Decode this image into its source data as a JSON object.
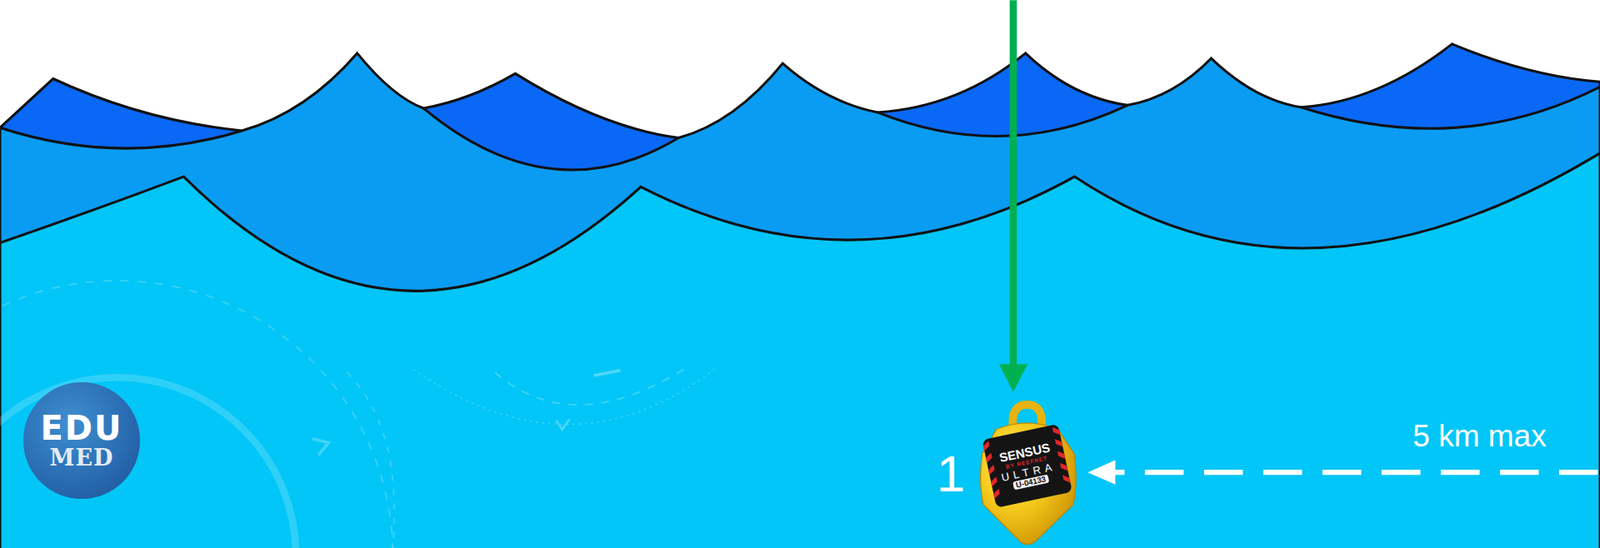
{
  "diagram": {
    "nodes": [
      {
        "text": [
          "EDU",
          "MED"
        ]
      },
      {
        "text": [
          "SENSUS",
          "BY REEFNET",
          "ULTRA",
          "U-04133"
        ]
      }
    ],
    "labels": [
      "1",
      "5 km max"
    ]
  }
}
